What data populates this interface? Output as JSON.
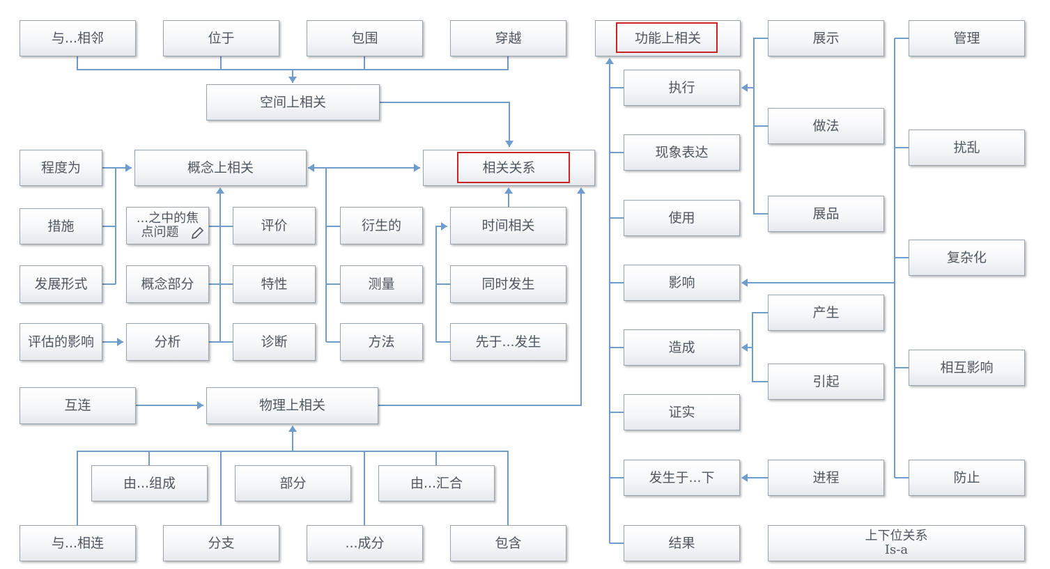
{
  "colors": {
    "line": "#6e9ccc",
    "highlight": "#cc2222",
    "box_border": "#9aa3ad",
    "text": "#4e5660"
  },
  "nodes": {
    "n_adj": "与...相邻",
    "n_loc": "位于",
    "n_surr": "包围",
    "n_cross": "穿越",
    "n_spatial": "空间上相关",
    "n_degree": "程度为",
    "n_concept": "概念上相关",
    "n_corr": "相关关系",
    "n_measure": "措施",
    "n_focus_1": "...之中的焦",
    "n_focus_2": "点问题",
    "n_eval": "评价",
    "n_derived": "衍生的",
    "n_temporal": "时间相关",
    "n_devform": "发展形式",
    "n_conceptpart": "概念部分",
    "n_property": "特性",
    "n_measurement": "测量",
    "n_simul": "同时发生",
    "n_evalimpact": "评估的影响",
    "n_analysis": "分析",
    "n_diagnosis": "诊断",
    "n_method": "方法",
    "n_before": "先于...发生",
    "n_interconnect": "互连",
    "n_physical": "物理上相关",
    "n_composed": "由...组成",
    "n_part": "部分",
    "n_aggregate": "由...汇合",
    "n_connected": "与...相连",
    "n_branch": "分支",
    "n_ingredient": "...成分",
    "n_contain": "包含",
    "n_functional": "功能上相关",
    "n_display": "展示",
    "n_manage": "管理",
    "n_execute": "执行",
    "n_practice": "做法",
    "n_disturb": "扰乱",
    "n_phenomenon": "现象表达",
    "n_use": "使用",
    "n_product": "展品",
    "n_complicate": "复杂化",
    "n_influence": "影响",
    "n_produce": "产生",
    "n_cause": "造成",
    "n_trigger": "引起",
    "n_interact": "相互影响",
    "n_prove": "证实",
    "n_occur": "发生于...下",
    "n_process": "进程",
    "n_prevent": "防止",
    "n_result": "结果",
    "n_isa_1": "上下位关系",
    "n_isa_2": "Is-a"
  }
}
